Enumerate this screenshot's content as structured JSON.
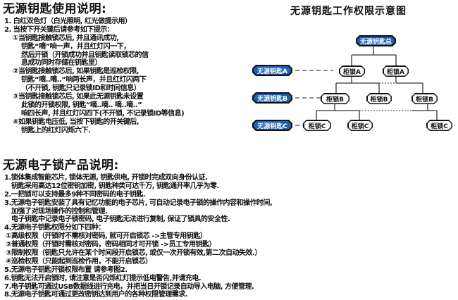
{
  "usage": {
    "title": "无源钥匙使用说明:",
    "lines": [
      {
        "text": "1. 白红双色灯（白光照明, 红光做提示用）",
        "indent": 0
      },
      {
        "text": "2. 当按下开关键后请参考如下提示：",
        "indent": 0
      },
      {
        "text": "①当钥匙接触锁芯后, 并且通讯成功,",
        "indent": 1
      },
      {
        "text": "钥匙“嘀”响一声，并且红灯闪一下，",
        "indent": 2
      },
      {
        "text": "然后开锁（开锁成功并且钥匙读取锁芯的信",
        "indent": 2
      },
      {
        "text": "息成功同时存储在钥匙里）",
        "indent": 2
      },
      {
        "text": "②当钥匙接触锁芯后, 如果钥匙是巡检权限,",
        "indent": 1
      },
      {
        "text": "钥匙“嘀..嘀..”响两长声，并且红灯闪两下",
        "indent": 2
      },
      {
        "text": "（不开锁, 钥匙只记录锁ID和时间信息）",
        "indent": 2
      },
      {
        "text": "③当钥匙接触锁芯后, 如果此无源钥匙未设置",
        "indent": 1
      },
      {
        "text": "此锁的开锁权限, 钥匙“嘀..嘀.. 嘀..嘀..”",
        "indent": 2
      },
      {
        "text": "响四长声, 并且红灯闪四下(不开锁, 不记录锁ID等信息)",
        "indent": 2
      },
      {
        "text": "④如果钥匙电压低, 当按下钥匙的开关键后,",
        "indent": 1
      },
      {
        "text": "钥匙上的红灯闪烁六下.",
        "indent": 2
      }
    ]
  },
  "product": {
    "title": "无源电子锁产品说明:",
    "lines": [
      {
        "text": "1.锁体集成智能芯片, 锁体无源, 钥匙供电, 开锁时完成双向身份认证.",
        "indent": 0
      },
      {
        "text": "钥匙采用高达12位密钥加密, 钥匙种类可达千万, 钥匙通开率几乎为零.",
        "indent": 1
      },
      {
        "text": "2.一把锁可以支持最多9种不同密码的电子钥匙.",
        "indent": 0
      },
      {
        "text": "3.无源电子钥匙安装了具有记忆功能的电子芯片, 可自动记录电子锁的操作内容和操作时间,",
        "indent": 0
      },
      {
        "text": "加强了对现场操作的控制和管理.",
        "indent": 1
      },
      {
        "text": "电子钥匙中记录电子锁密码, 电子钥匙无法进行复制, 保证了锁具的安全性.",
        "indent": 1
      },
      {
        "text": "4.无源电子钥匙权限分如下四种：",
        "indent": 0
      },
      {
        "text": "①高级权限（开锁时不需核对密码, 就可开启锁芯 ->主管专用钥匙）",
        "indent": 3
      },
      {
        "text": "②普通权限（开锁时需核对密码，密码相同才可开锁 ->员工专用钥匙）",
        "indent": 3
      },
      {
        "text": "③限制权限（钥匙只允许在某个时间段开启锁芯, 或仅一次开锁有效,第二次自动失效.）",
        "indent": 3
      },
      {
        "text": "④巡检权限（只能起到巡检作用，不能开启锁芯）",
        "indent": 3
      },
      {
        "text": "5.无源电子钥匙开锁权限布置 请参考图2.",
        "indent": 0
      },
      {
        "text": "6.钥匙无法开启锁时, 请注意是否闪烁红灯提示低电警告,并请充电.",
        "indent": 0
      },
      {
        "text": "7.电子钥匙可通过USB数据线进行充电，并把当日开锁记录自动导入电脑, 方便管理.",
        "indent": 0
      },
      {
        "text": "8.无源电子钥匙可通过更改密钥达到用户的各种权限管理需求.",
        "indent": 0
      }
    ]
  },
  "diagram": {
    "title": "无源钥匙工作权限示意图",
    "master_key": "无源钥匙总",
    "keys": [
      "无源钥匙A",
      "无源钥匙B",
      "无源钥匙C"
    ],
    "locks_a": [
      "柜锁A",
      "柜锁A"
    ],
    "locks_b": [
      "柜锁B",
      "柜锁B",
      "柜锁B"
    ],
    "locks_c": [
      "柜锁C",
      "柜锁C",
      "柜锁C"
    ],
    "key_color": "#1a5fb4"
  }
}
